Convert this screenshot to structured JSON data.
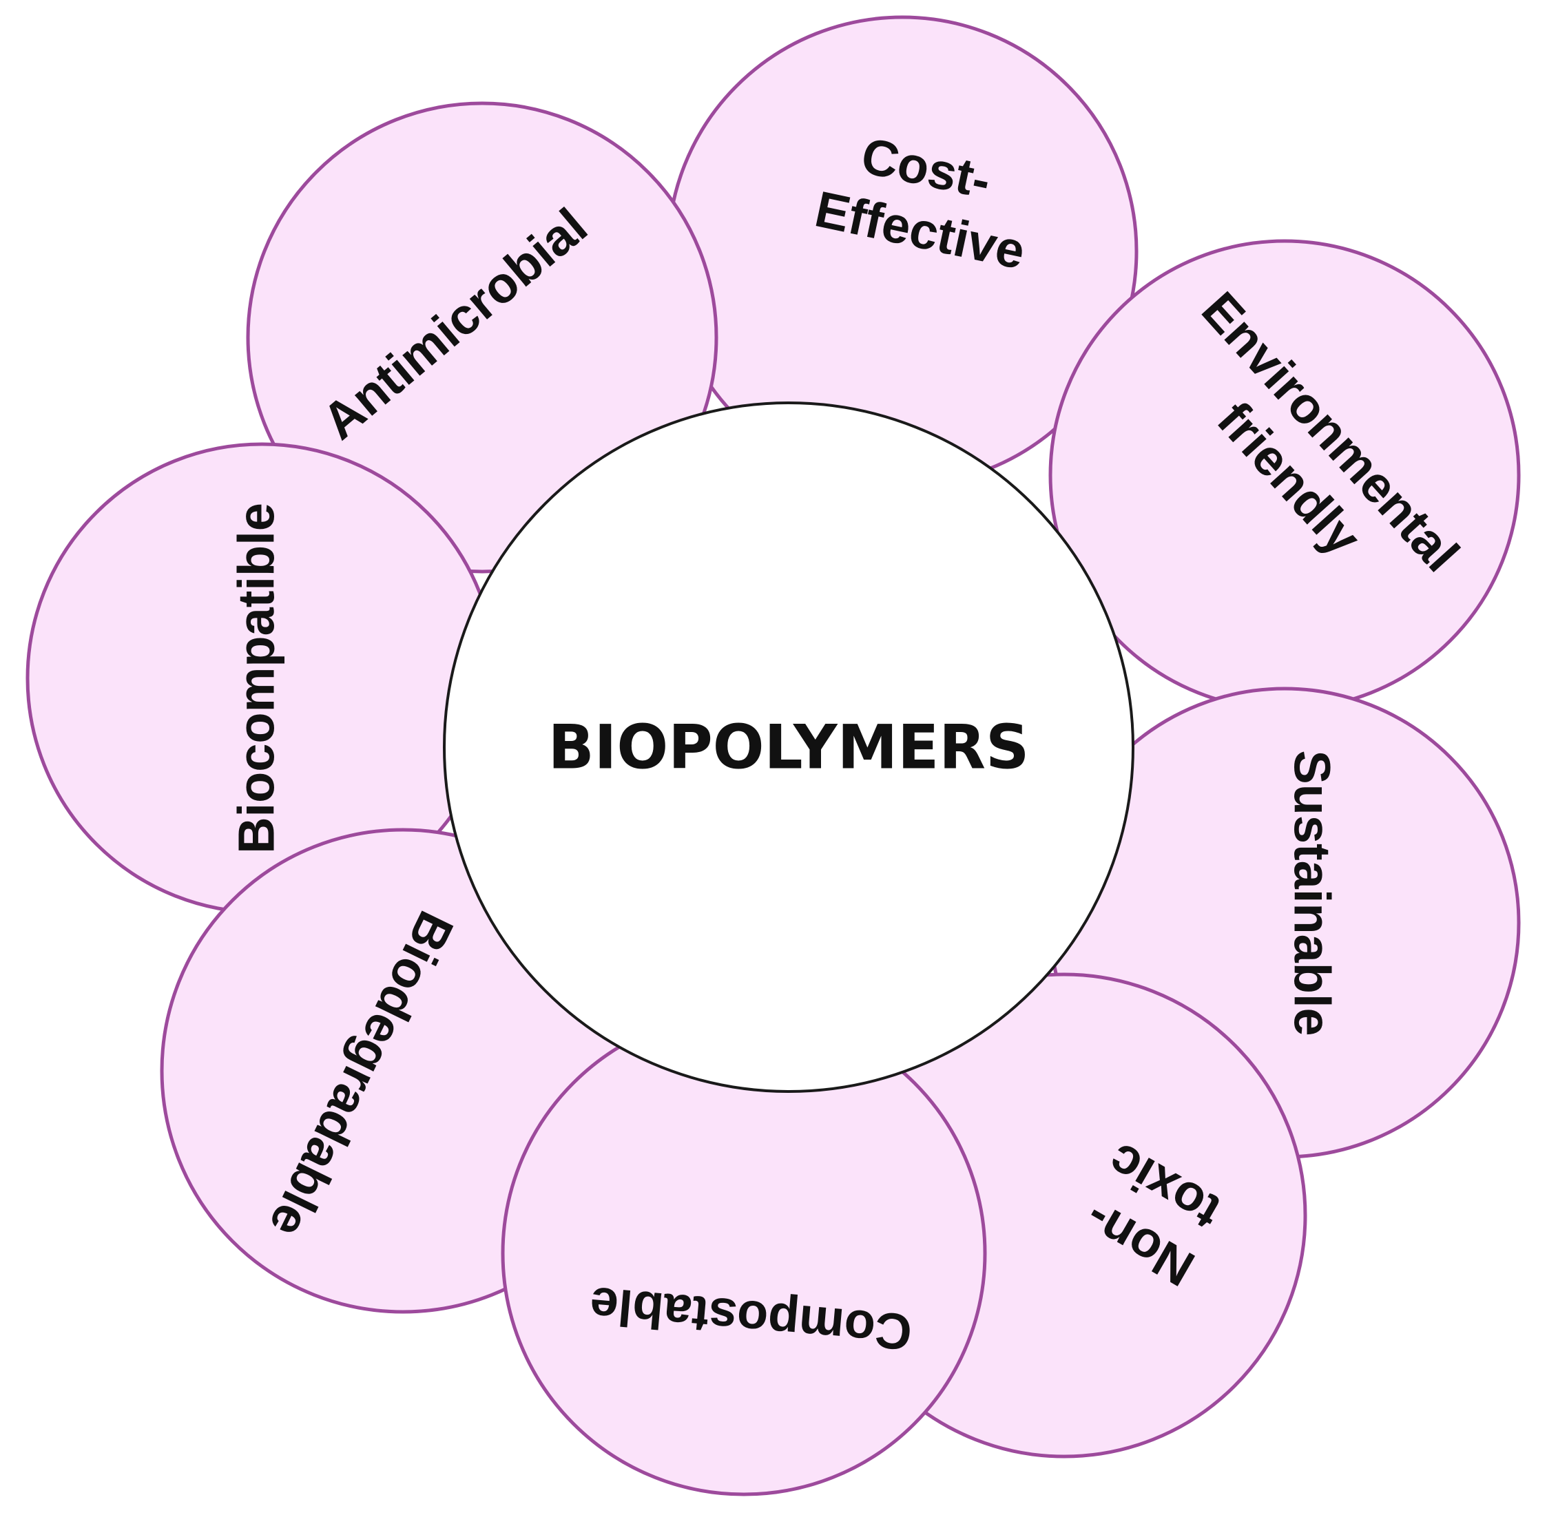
{
  "center": {
    "label": "BIOPOLYMERS"
  },
  "petals": [
    {
      "id": "cost-effective",
      "lines": [
        "Cost-",
        "Effective"
      ]
    },
    {
      "id": "antimicrobial",
      "lines": [
        "Antimicrobial"
      ]
    },
    {
      "id": "environmental-friendly",
      "lines": [
        "Environmental",
        "friendly"
      ]
    },
    {
      "id": "biocompatible",
      "lines": [
        "Biocompatible"
      ]
    },
    {
      "id": "sustainable",
      "lines": [
        "Sustainable"
      ]
    },
    {
      "id": "biodegradable",
      "lines": [
        "Biodegradable"
      ]
    },
    {
      "id": "non-toxic",
      "lines": [
        "Non-",
        "toxic"
      ]
    },
    {
      "id": "compostable",
      "lines": [
        "Compostable"
      ]
    }
  ],
  "colors": {
    "petal_fill": "#fbe3fa",
    "petal_stroke": "#9d4a9c",
    "center_fill": "#ffffff",
    "center_stroke": "#1a1a1a",
    "text": "#111111"
  }
}
